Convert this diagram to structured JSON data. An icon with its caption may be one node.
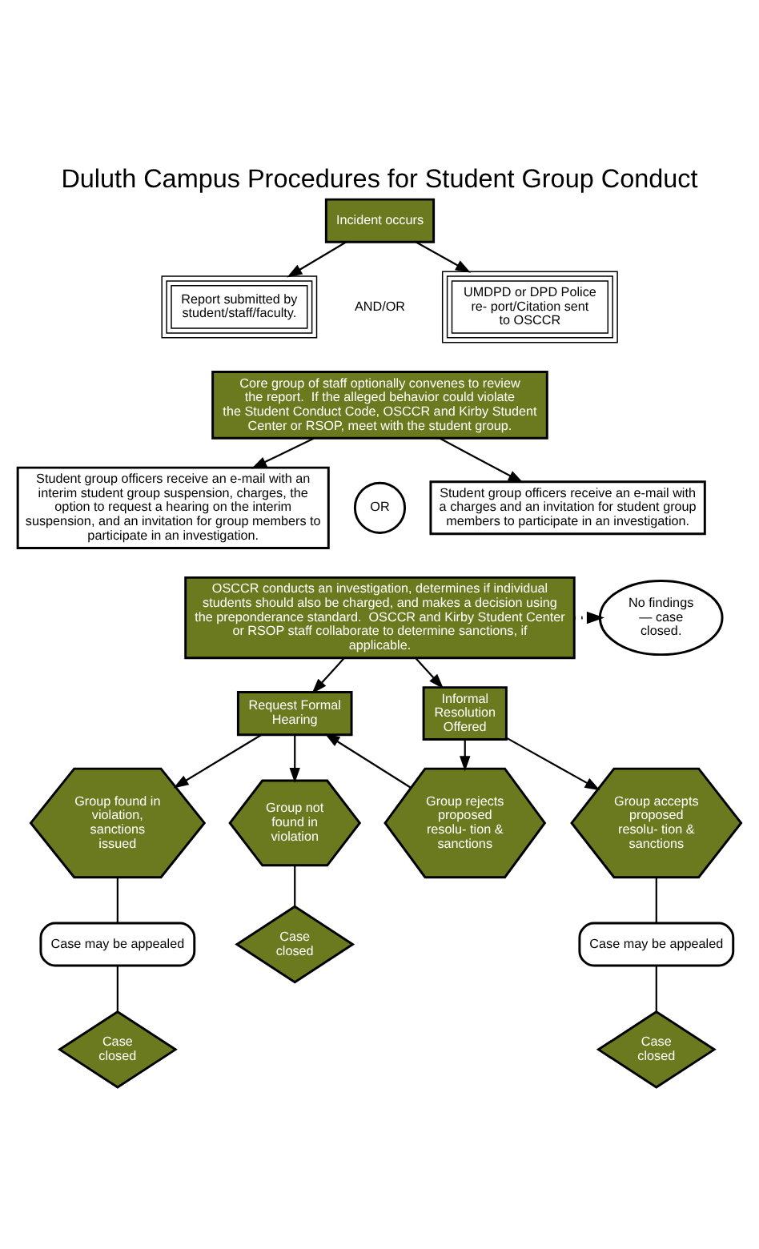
{
  "diagram": {
    "title": "Duluth Campus Procedures for Student Group Conduct",
    "nodes": [
      {
        "text": [
          "Incident occurs"
        ]
      },
      {
        "text": [
          "Report submitted by student/staff/faculty."
        ]
      },
      {
        "text": [
          "UMDPD or DPD Police re- port/Citation sent to OSCCR"
        ]
      },
      {
        "text": [
          "Core group of staff optionally convenes to review the report.  If the alleged behavior could violate the Student Conduct Code, OSCCR and Kirby Student Center or RSOP, meet with the student group."
        ]
      },
      {
        "text": [
          "Student group officers receive an e-mail with an interim student group suspension, charges, the option to request a hearing on the interim suspension, and an invitation for group members to participate in an investigation."
        ]
      },
      {
        "text": [
          "OR"
        ]
      },
      {
        "text": [
          "Student group officers receive an e-mail with a charges and an invitation for student group members to participate in an investigation."
        ]
      },
      {
        "text": [
          "OSCCR conducts an investigation, determines if individual students should also be charged, and makes a decision using the preponderance standard.  OSCCR and Kirby Student Center or RSOP staff collaborate to determine sanctions, if applicable."
        ]
      },
      {
        "text": [
          "No findings — case closed."
        ]
      },
      {
        "text": [
          "Request Formal Hearing"
        ]
      },
      {
        "text": [
          "Informal Resolution Offered"
        ]
      },
      {
        "text": [
          "Group found in violation, sanctions issued"
        ]
      },
      {
        "text": [
          "Group not found in violation"
        ]
      },
      {
        "text": [
          "Group rejects proposed resolu- tion & sanctions"
        ]
      },
      {
        "text": [
          "Group accepts proposed resolu- tion & sanctions"
        ]
      },
      {
        "text": [
          "Case may be appealed"
        ]
      },
      {
        "text": [
          "Case closed"
        ]
      },
      {
        "text": [
          "Case may be appealed"
        ]
      },
      {
        "text": [
          "Case closed"
        ]
      },
      {
        "text": [
          "Case closed"
        ]
      }
    ],
    "edges": [
      {
        "from": 0,
        "to": 1,
        "arrow": "to"
      },
      {
        "from": 0,
        "to": 2,
        "arrow": "to"
      },
      {
        "from": 3,
        "to": 4,
        "arrow": "to"
      },
      {
        "from": 3,
        "to": 6,
        "arrow": "to"
      },
      {
        "from": 7,
        "to": 8,
        "arrow": "to",
        "style": "dashed"
      },
      {
        "from": 7,
        "to": 9,
        "arrow": "to"
      },
      {
        "from": 7,
        "to": 10,
        "arrow": "to"
      },
      {
        "from": 9,
        "to": 11,
        "arrow": "to"
      },
      {
        "from": 9,
        "to": 12,
        "arrow": "to"
      },
      {
        "from": 10,
        "to": 13,
        "arrow": "to"
      },
      {
        "from": 10,
        "to": 14,
        "arrow": "to"
      },
      {
        "from": 13,
        "to": 9,
        "arrow": "to"
      },
      {
        "from": 11,
        "to": 15,
        "arrow": "none"
      },
      {
        "from": 12,
        "to": 16,
        "arrow": "none"
      },
      {
        "from": 14,
        "to": 17,
        "arrow": "none"
      },
      {
        "from": 15,
        "to": 18,
        "arrow": "none"
      },
      {
        "from": 17,
        "to": 19,
        "arrow": "none"
      }
    ],
    "labels": [
      "AND/OR"
    ]
  }
}
